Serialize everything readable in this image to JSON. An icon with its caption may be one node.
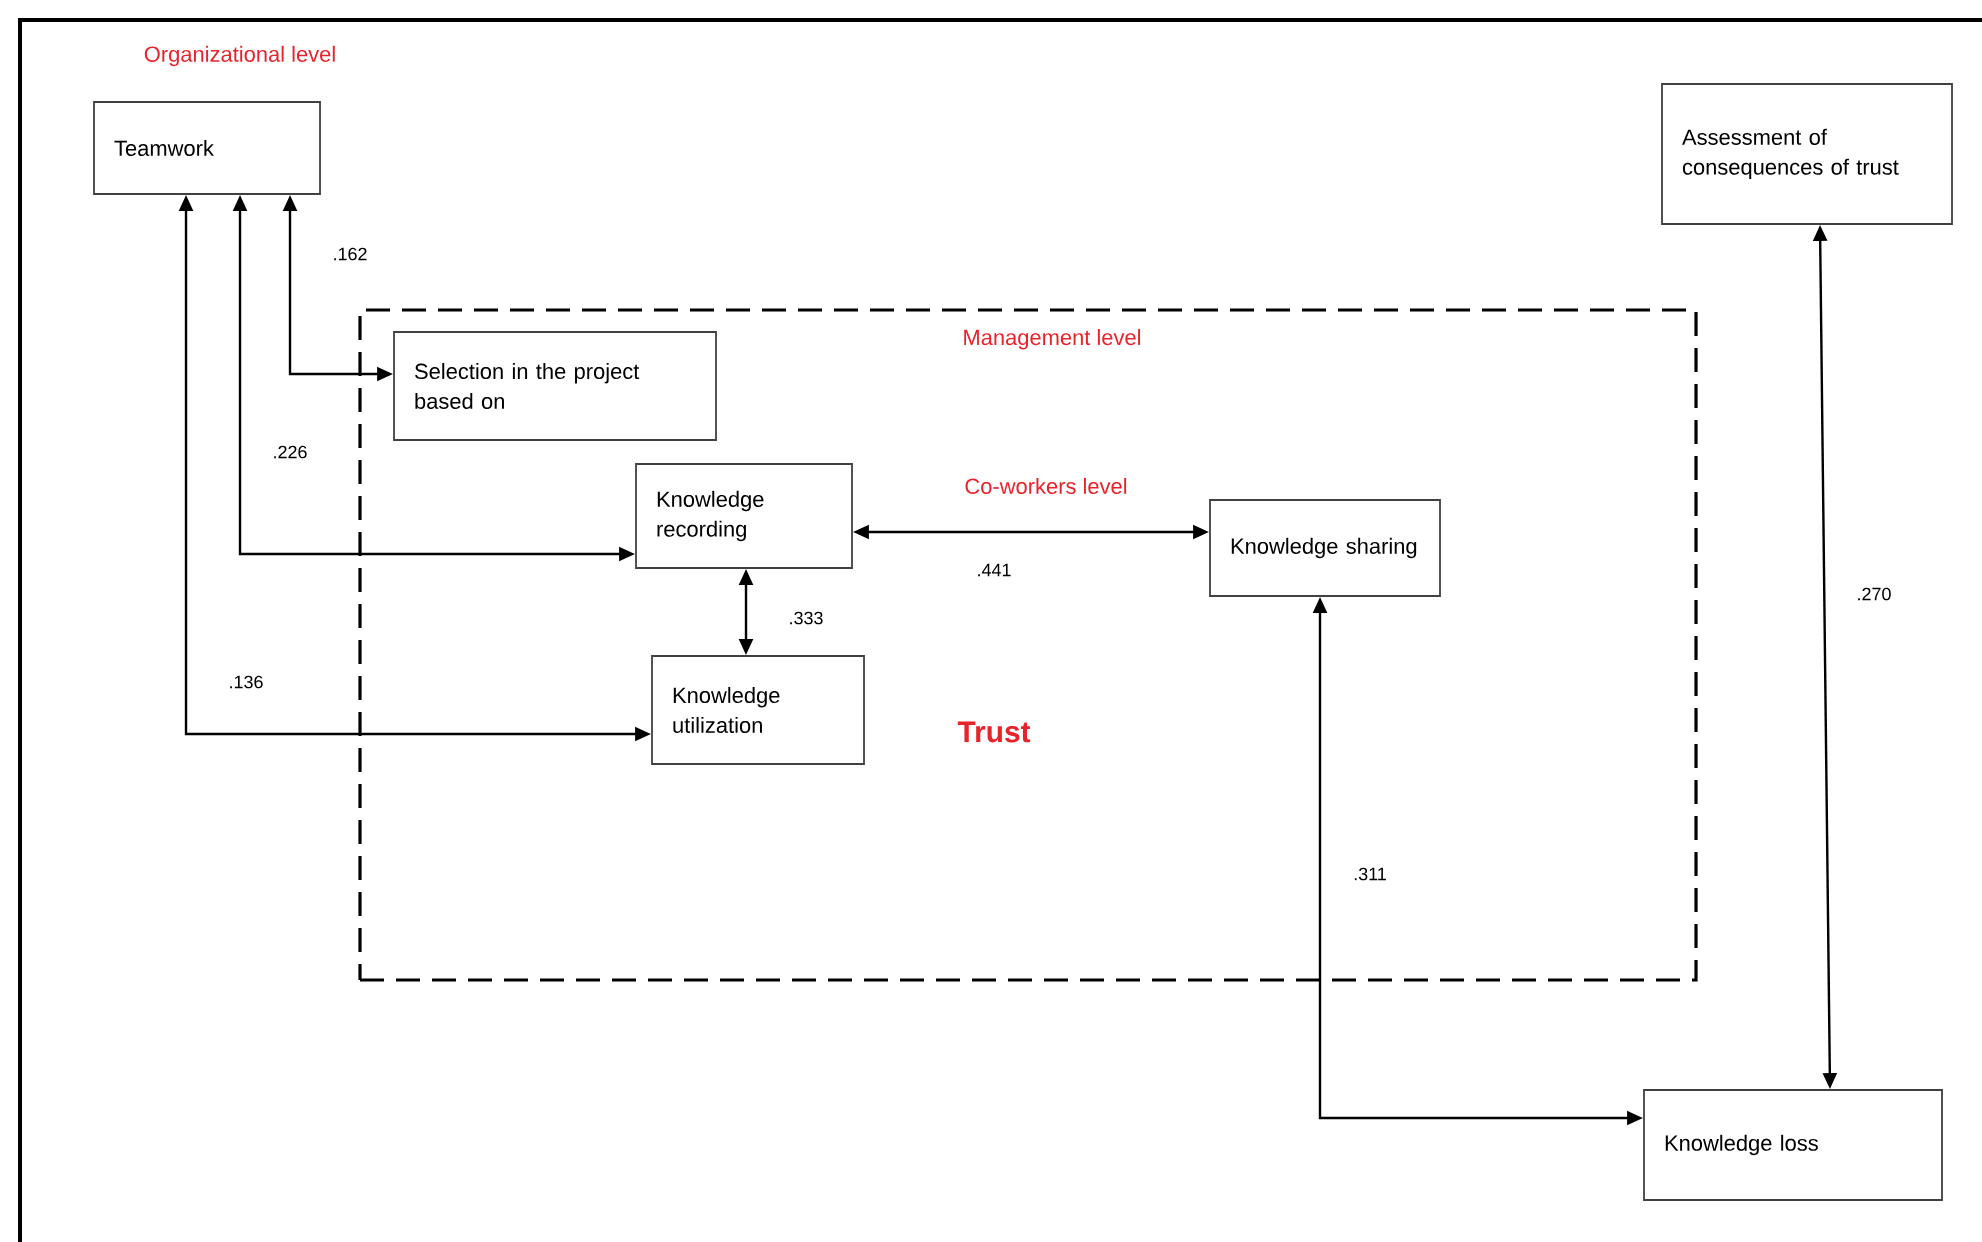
{
  "diagram": {
    "nodes": [
      {
        "text": [
          "Teamwork"
        ]
      },
      {
        "text": [
          "Assessment of consequences of trust"
        ]
      },
      {
        "text": [
          "Management level"
        ]
      },
      {
        "text": [
          "Selection in the project based on"
        ],
        "in": 2
      },
      {
        "text": [
          "Knowledge recording"
        ],
        "in": 2
      },
      {
        "text": [
          "Knowledge sharing"
        ],
        "in": 2
      },
      {
        "text": [
          "Knowledge utilization"
        ],
        "in": 2
      },
      {
        "text": [
          "Knowledge loss"
        ]
      }
    ],
    "edges": [
      {
        "from": 0,
        "to": 3,
        "arrow": "both",
        "label": ".162"
      },
      {
        "from": 0,
        "to": 4,
        "arrow": "both",
        "label": ".226"
      },
      {
        "from": 0,
        "to": 6,
        "arrow": "both",
        "label": ".136"
      },
      {
        "from": 4,
        "to": 6,
        "arrow": "both",
        "label": ".333"
      },
      {
        "from": 4,
        "to": 5,
        "arrow": "both",
        "label": ".441"
      },
      {
        "from": 5,
        "to": 7,
        "arrow": "both",
        "label": ".311"
      },
      {
        "from": 1,
        "to": 7,
        "arrow": "both",
        "label": ".270"
      }
    ],
    "labels": [
      "Organizational level",
      "Co-workers level",
      "Trust"
    ]
  }
}
